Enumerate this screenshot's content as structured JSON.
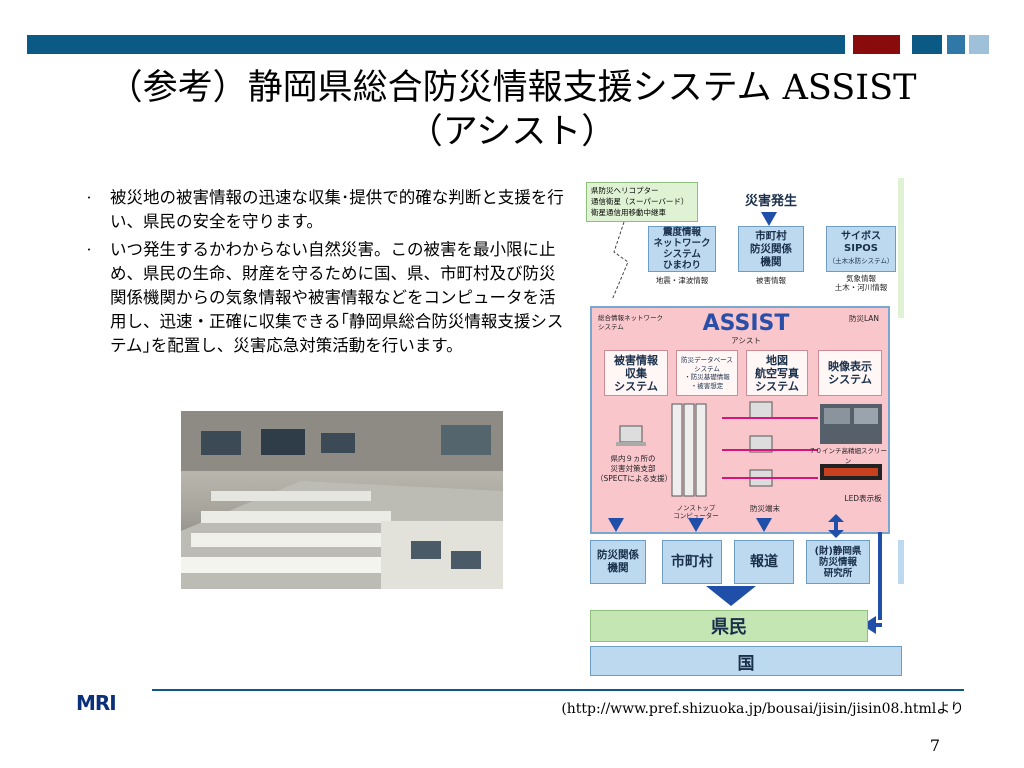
{
  "slide": {
    "title_line1": "（参考）静岡県総合防災情報支援システム ASSIST",
    "title_line2": "（アシスト）",
    "bullets": [
      "被災地の被害情報の迅速な収集･提供で的確な判断と支援を行い、県民の安全を守ります。",
      "いつ発生するかわからない自然災害。この被害を最小限に止め、県民の生命、財産を守るために国、県、市町村及び防災関係機関からの気象情報や被害情報などをコンピュータを活用し、迅速・正確に収集できる｢静岡県総合防災情報支援システム｣を配置し、災害応急対策活動を行います。"
    ],
    "bullet_marker": "･",
    "source": "(http://www.pref.shizuoka.jp/bousai/jisin/jisin08.htmlより",
    "page_number": "7",
    "logo_text": "MRI"
  },
  "diagram": {
    "heli_box": [
      "県防災ヘリコプター",
      "通信衛星（スーパーバード）",
      "衛星通信用移動中継車"
    ],
    "disaster_label": "災害発生",
    "top_boxes": [
      {
        "label": "震度情報\nネットワーク\nシステム\nひまわり",
        "caption": "地震・津波情報"
      },
      {
        "label": "市町村\n防災関係\n機関",
        "caption": "被害情報"
      },
      {
        "label": "サイボス\nSIPOS",
        "sub": "（土木水防システム）",
        "caption": "気象情報\n土木・河川情報"
      }
    ],
    "assist_left_note": "総合情報ネットワーク\nシステム",
    "assist_logo": "ASSIST",
    "assist_kana": "アシスト",
    "lan_label": "防災LAN",
    "inner_boxes": [
      "被害情報\n収集\nシステム",
      "防災データベース\nシステム\n・防災基礎情報\n・被害想定",
      "地図\n航空写真\nシステム",
      "映像表示\nシステム"
    ],
    "pc_note": "県内９ヵ所の\n災害対策支部\n（SPECTによる支援）",
    "server_note": "ノンストップ\nコンピューター",
    "terminal_label": "防災端末",
    "screen_label": "７０インチ高精細スクリーン",
    "led_label": "LED表示板",
    "bottom_boxes": [
      "防災関係\n機関",
      "市町村",
      "報道",
      "(財)静岡県\n防災情報\n研究所"
    ],
    "kenmin": "県民",
    "kuni": "国"
  }
}
